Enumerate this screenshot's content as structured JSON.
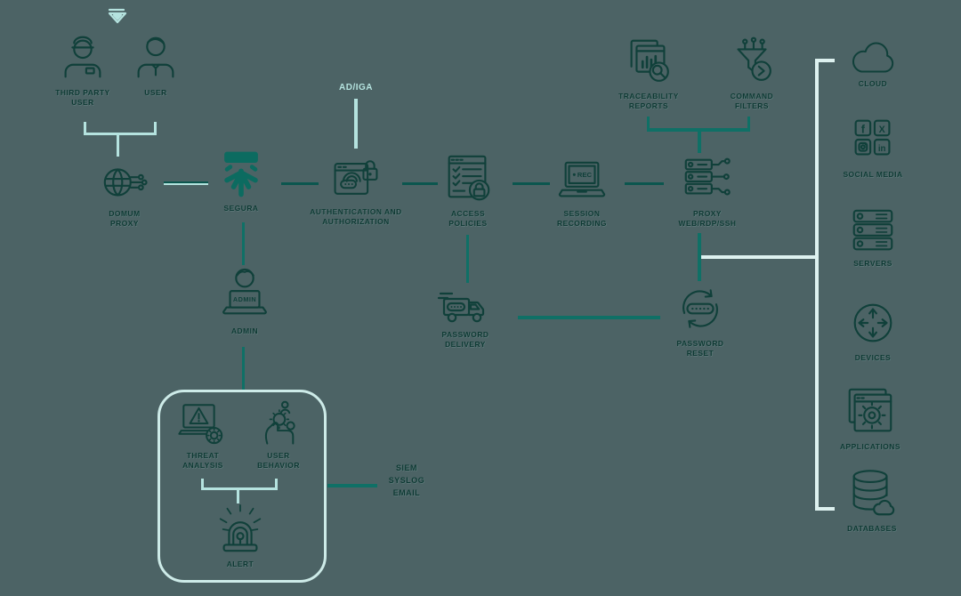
{
  "colors": {
    "background": "#4c6365",
    "ink": "#10403a",
    "flow_line_teal": "#0f7066",
    "flow_line_dark": "#0b564e",
    "accent_light": "#b5e3df",
    "accent_bright": "#ddf1ef",
    "logo_teal": "#0c6b60"
  },
  "nodes": {
    "third_party_user": {
      "label": "THIRD PARTY USER"
    },
    "user": {
      "label": "USER"
    },
    "domum_proxy": {
      "label": "DOMUM PROXY"
    },
    "segura": {
      "label": "SEGURA"
    },
    "authentication": {
      "label": "AUTHENTICATION AND AUTHORIZATION"
    },
    "access_policies": {
      "label": "ACCESS POLICIES"
    },
    "session_recording": {
      "label": "SESSION RECORDING",
      "screen_text": "REC"
    },
    "proxy": {
      "label": "PROXY WEB/RDP/SSH"
    },
    "traceability_reports": {
      "label": "TRACEABILITY REPORTS"
    },
    "command_filters": {
      "label": "COMMAND FILTERS"
    },
    "cloud": {
      "label": "CLOUD"
    },
    "social_media": {
      "label": "SOCIAL MEDIA",
      "tiles": {
        "facebook": "f",
        "x": "X",
        "linkedin": "in"
      }
    },
    "servers": {
      "label": "SERVERS"
    },
    "devices": {
      "label": "DEVICES"
    },
    "applications": {
      "label": "APPLICATIONS"
    },
    "databases": {
      "label": "DATABASES"
    },
    "password_delivery": {
      "label": "PASSWORD DELIVERY"
    },
    "password_reset": {
      "label": "PASSWORD RESET"
    },
    "admin": {
      "label": "ADMIN",
      "screen_text": "ADMIN"
    },
    "threat_analysis": {
      "label": "THREAT ANALYSIS"
    },
    "user_behavior": {
      "label": "USER BEHAVIOR"
    },
    "alert": {
      "label": "ALERT"
    }
  },
  "annotations": {
    "ad_iga": "AD/IGA",
    "siem": "SIEM SYSLOG EMAIL"
  }
}
